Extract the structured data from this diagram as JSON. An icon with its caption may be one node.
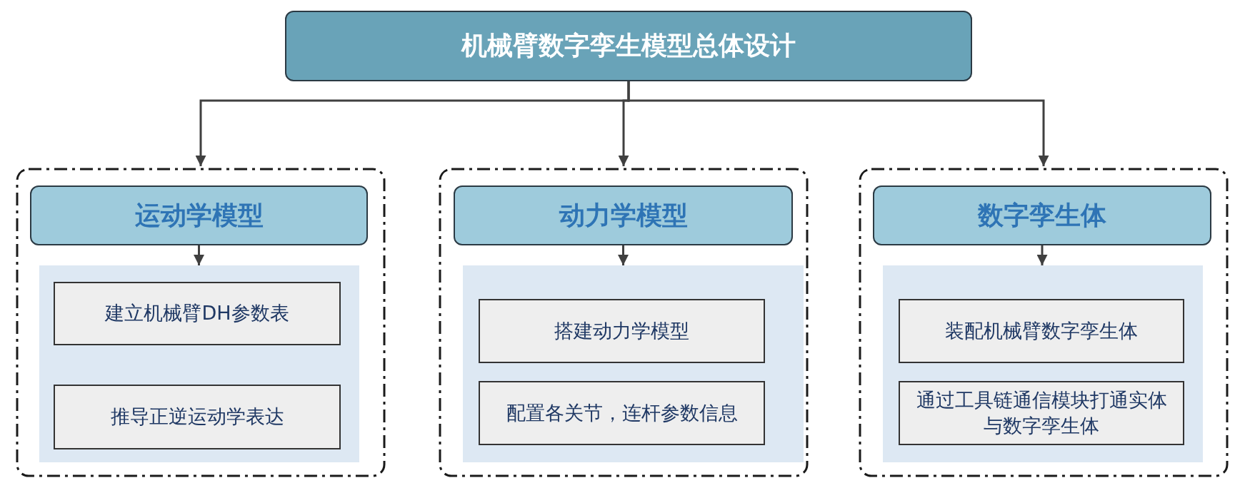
{
  "diagram": {
    "nodes": [
      {
        "text": [
          "机械臂数字孪生模型总体设计"
        ]
      },
      {
        "text": [],
        "shape": "box"
      },
      {
        "text": [
          "运动学模型"
        ],
        "in": 1
      },
      {
        "text": [],
        "shape": "box",
        "in": 1
      },
      {
        "text": [
          "建立机械臂DH参数表"
        ],
        "in": 3
      },
      {
        "text": [
          "推导正逆运动学表达"
        ],
        "in": 3
      },
      {
        "text": [],
        "shape": "box"
      },
      {
        "text": [
          "动力学模型"
        ],
        "in": 6
      },
      {
        "text": [],
        "shape": "box",
        "in": 6
      },
      {
        "text": [
          "搭建动力学模型"
        ],
        "in": 8
      },
      {
        "text": [
          "配置各关节，连杆参数信息"
        ],
        "in": 8
      },
      {
        "text": [],
        "shape": "box"
      },
      {
        "text": [
          "数字孪生体"
        ],
        "in": 11
      },
      {
        "text": [],
        "shape": "box",
        "in": 11
      },
      {
        "text": [
          "装配机械臂数字孪生体"
        ],
        "in": 13
      },
      {
        "text": [
          "通过工具链通信模块打通实体与数字孪生体"
        ],
        "in": 13
      }
    ],
    "edges": [
      {
        "from": 0,
        "to": 1,
        "arrow": "to"
      },
      {
        "from": 0,
        "to": 6,
        "arrow": "to"
      },
      {
        "from": 0,
        "to": 11,
        "arrow": "to"
      },
      {
        "from": 2,
        "to": 3,
        "arrow": "to"
      },
      {
        "from": 7,
        "to": 8,
        "arrow": "to"
      },
      {
        "from": 12,
        "to": 13,
        "arrow": "to"
      }
    ]
  }
}
